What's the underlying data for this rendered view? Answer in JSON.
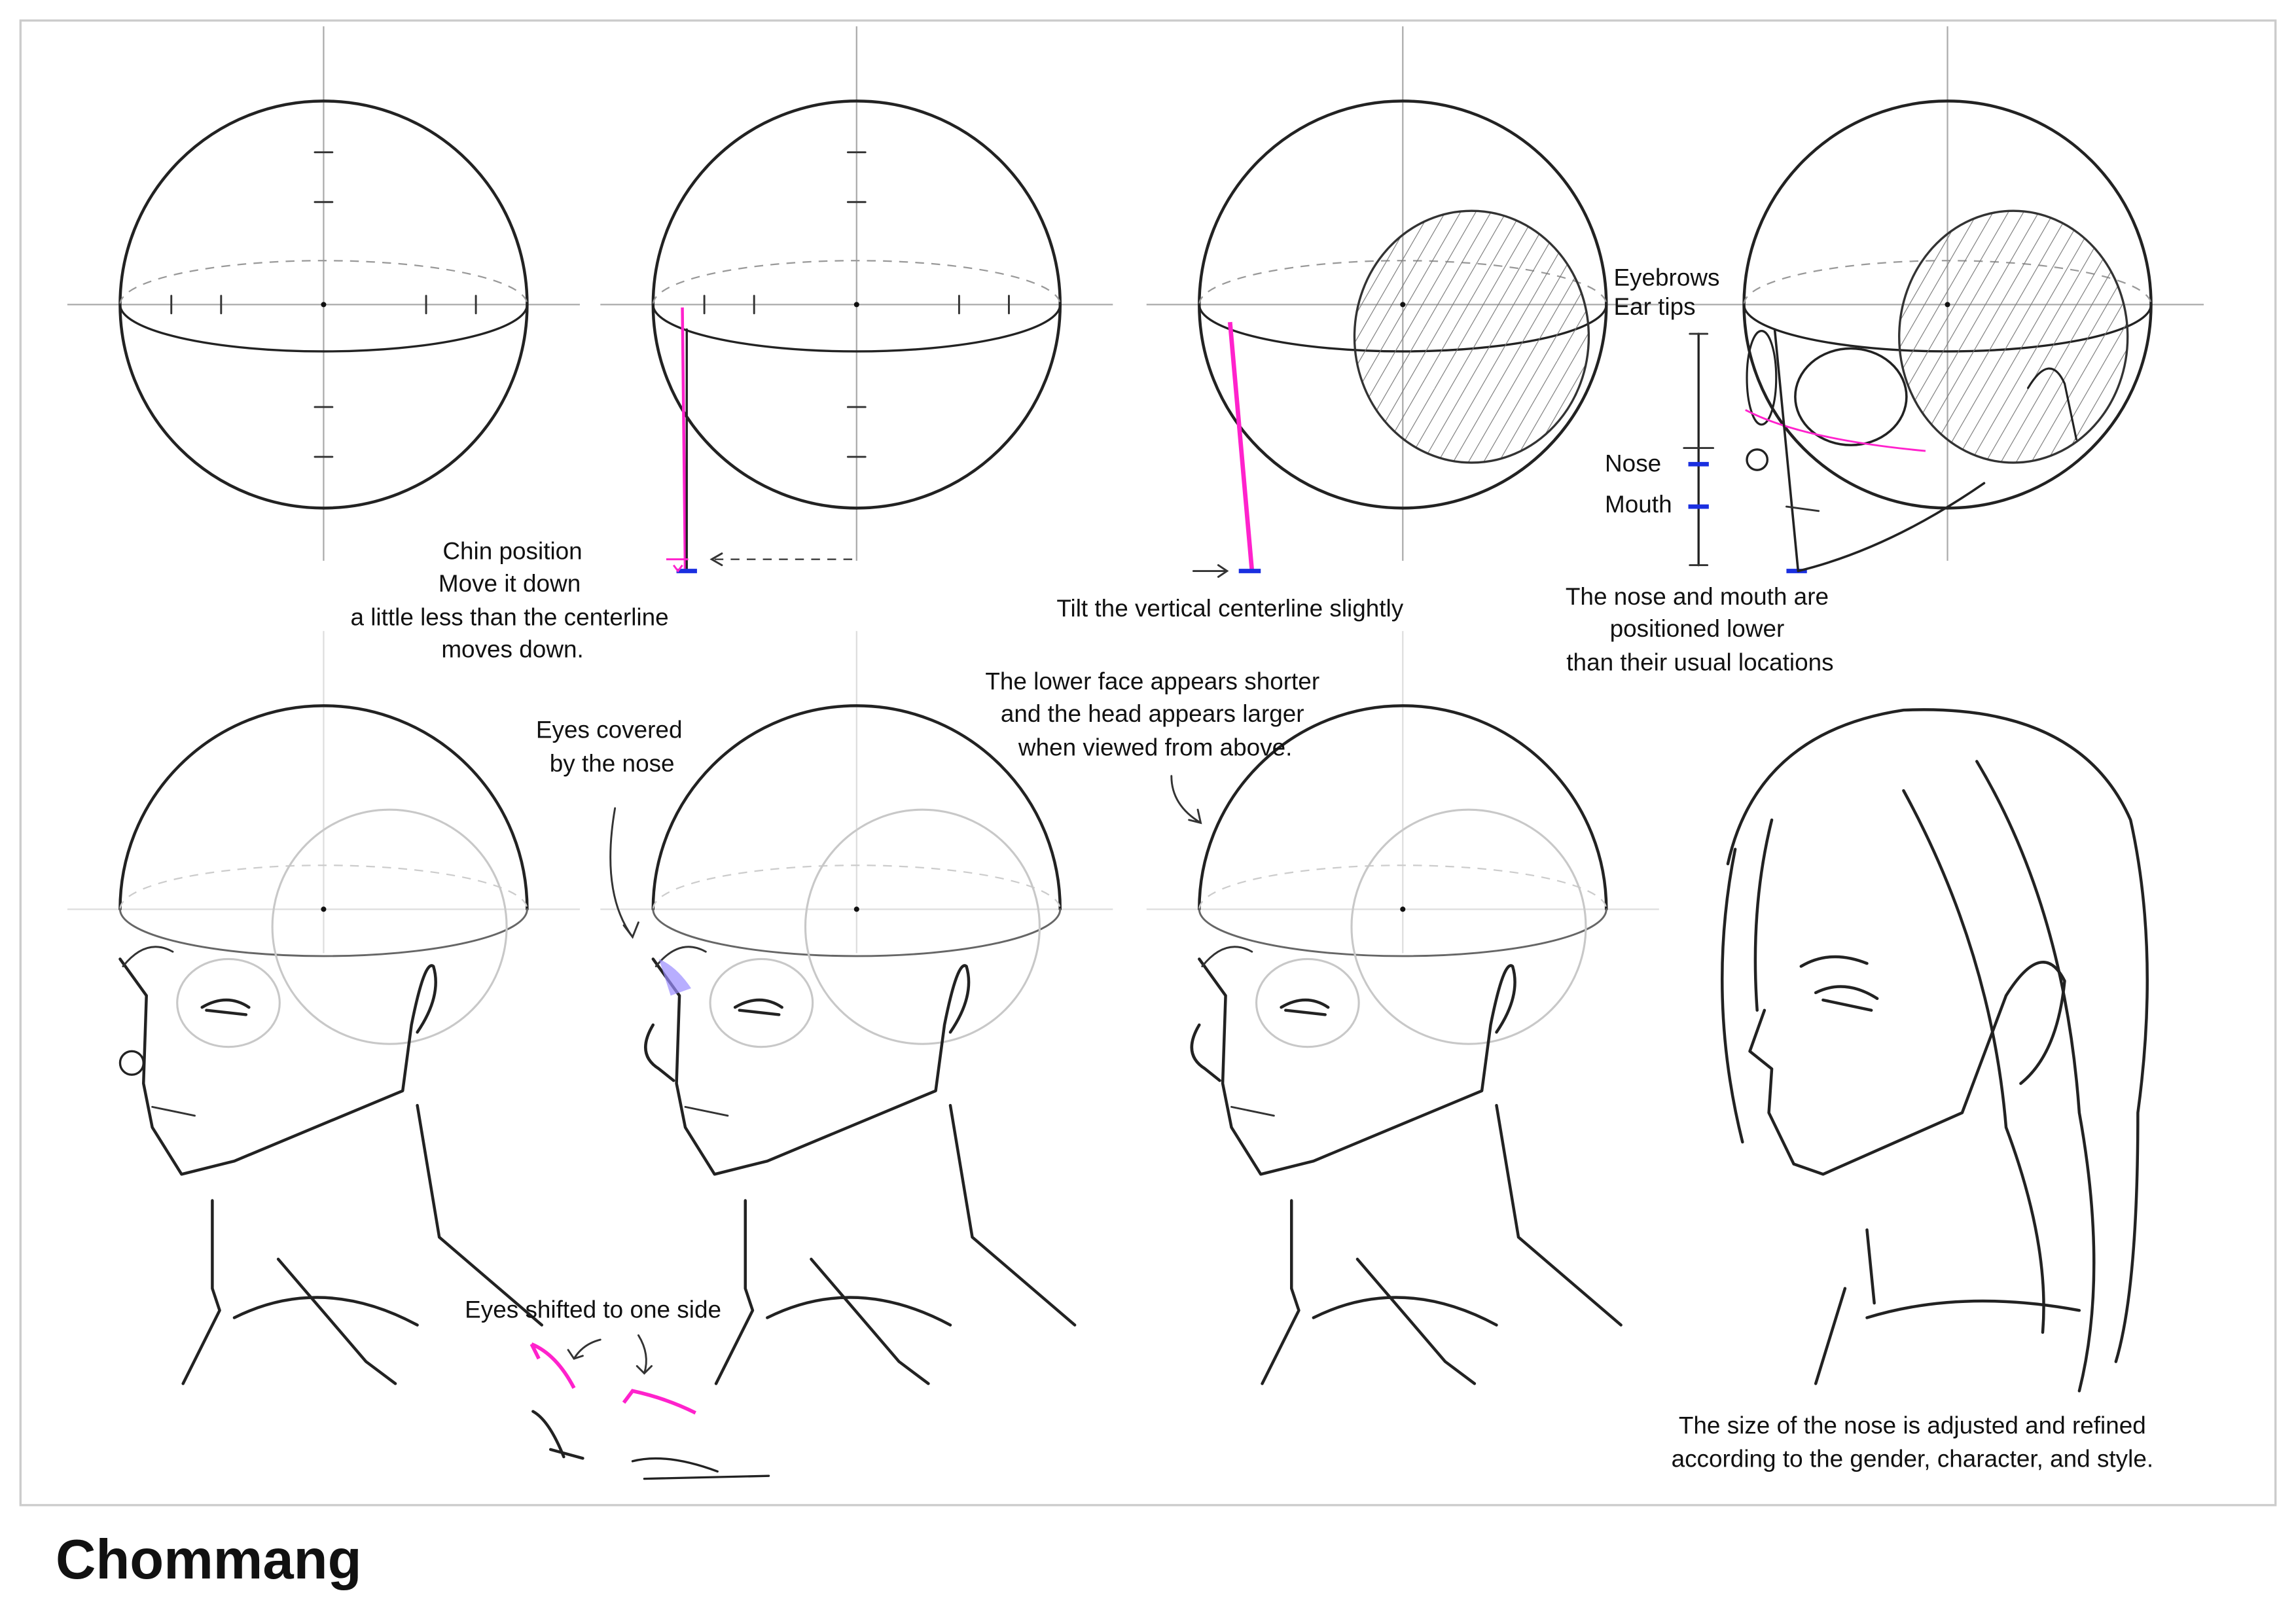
{
  "annotations": {
    "chin": [
      "Chin position",
      "Move it down",
      "a little less than the centerline",
      "moves down."
    ],
    "tilt": "Tilt the vertical centerline slightly",
    "eyebrows": "Eyebrows",
    "ear_tips": "Ear tips",
    "nose": "Nose",
    "mouth": "Mouth",
    "nose_mouth_lower": [
      "The nose and mouth are",
      "positioned lower",
      "than their usual locations"
    ],
    "eyes_covered": [
      "Eyes covered",
      "by the nose"
    ],
    "from_above": [
      "The lower face appears shorter",
      "and the head appears larger",
      "when viewed from above."
    ],
    "eyes_shifted": "Eyes shifted to one side",
    "nose_size": [
      "The size of the nose is adjusted and refined",
      "according to the gender, character, and style."
    ]
  },
  "author": "Chommang",
  "colors": {
    "accent_pink": "#ff22cc",
    "accent_blue": "#1a2fe0",
    "ink": "#222222"
  }
}
